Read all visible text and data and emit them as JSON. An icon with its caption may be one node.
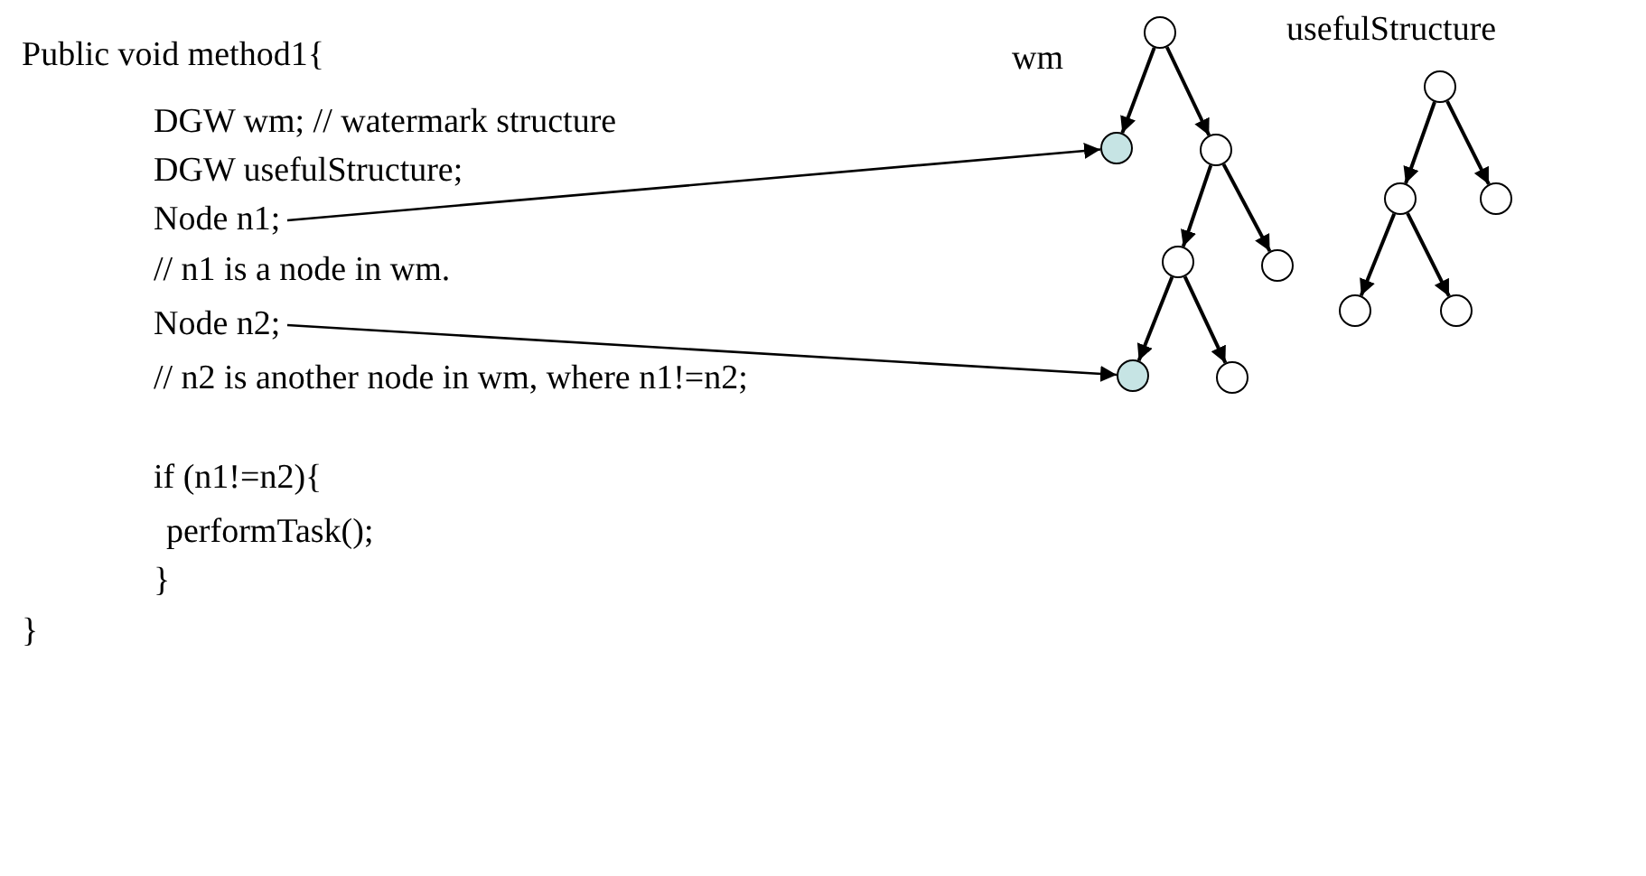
{
  "diagram": {
    "nodes": [
      {
        "text": [
          "Node n1;"
        ]
      },
      {
        "text": [
          "Node n2;"
        ]
      },
      {
        "text": [],
        "shape": "circle",
        "beside": [
          "wm"
        ]
      },
      {
        "text": [],
        "shape": "circle"
      },
      {
        "text": [],
        "shape": "circle"
      },
      {
        "text": [],
        "shape": "circle"
      },
      {
        "text": [],
        "shape": "circle"
      },
      {
        "text": [],
        "shape": "circle"
      },
      {
        "text": [],
        "shape": "circle"
      },
      {
        "text": [],
        "shape": "circle",
        "beside": [
          "usefulStructure"
        ]
      },
      {
        "text": [],
        "shape": "circle"
      },
      {
        "text": [],
        "shape": "circle"
      },
      {
        "text": [],
        "shape": "circle"
      },
      {
        "text": [],
        "shape": "circle"
      }
    ],
    "edges": [
      {
        "from": 0,
        "to": 3,
        "arrow": "to"
      },
      {
        "from": 1,
        "to": 7,
        "arrow": "to"
      },
      {
        "from": 2,
        "to": 3,
        "arrow": "to"
      },
      {
        "from": 2,
        "to": 4,
        "arrow": "to"
      },
      {
        "from": 4,
        "to": 5,
        "arrow": "to"
      },
      {
        "from": 4,
        "to": 6,
        "arrow": "to"
      },
      {
        "from": 5,
        "to": 7,
        "arrow": "to"
      },
      {
        "from": 5,
        "to": 8,
        "arrow": "to"
      },
      {
        "from": 9,
        "to": 10,
        "arrow": "to"
      },
      {
        "from": 9,
        "to": 11,
        "arrow": "to"
      },
      {
        "from": 10,
        "to": 12,
        "arrow": "to"
      },
      {
        "from": 10,
        "to": 13,
        "arrow": "to"
      }
    ],
    "labels": [
      "Public void method1{",
      "DGW wm; // watermark structure",
      "DGW usefulStructure;",
      "// n1 is a node in wm.",
      "// n2 is another node in wm, where n1!=n2;",
      "if (n1!=n2){",
      "performTask();",
      "}",
      "}"
    ]
  }
}
